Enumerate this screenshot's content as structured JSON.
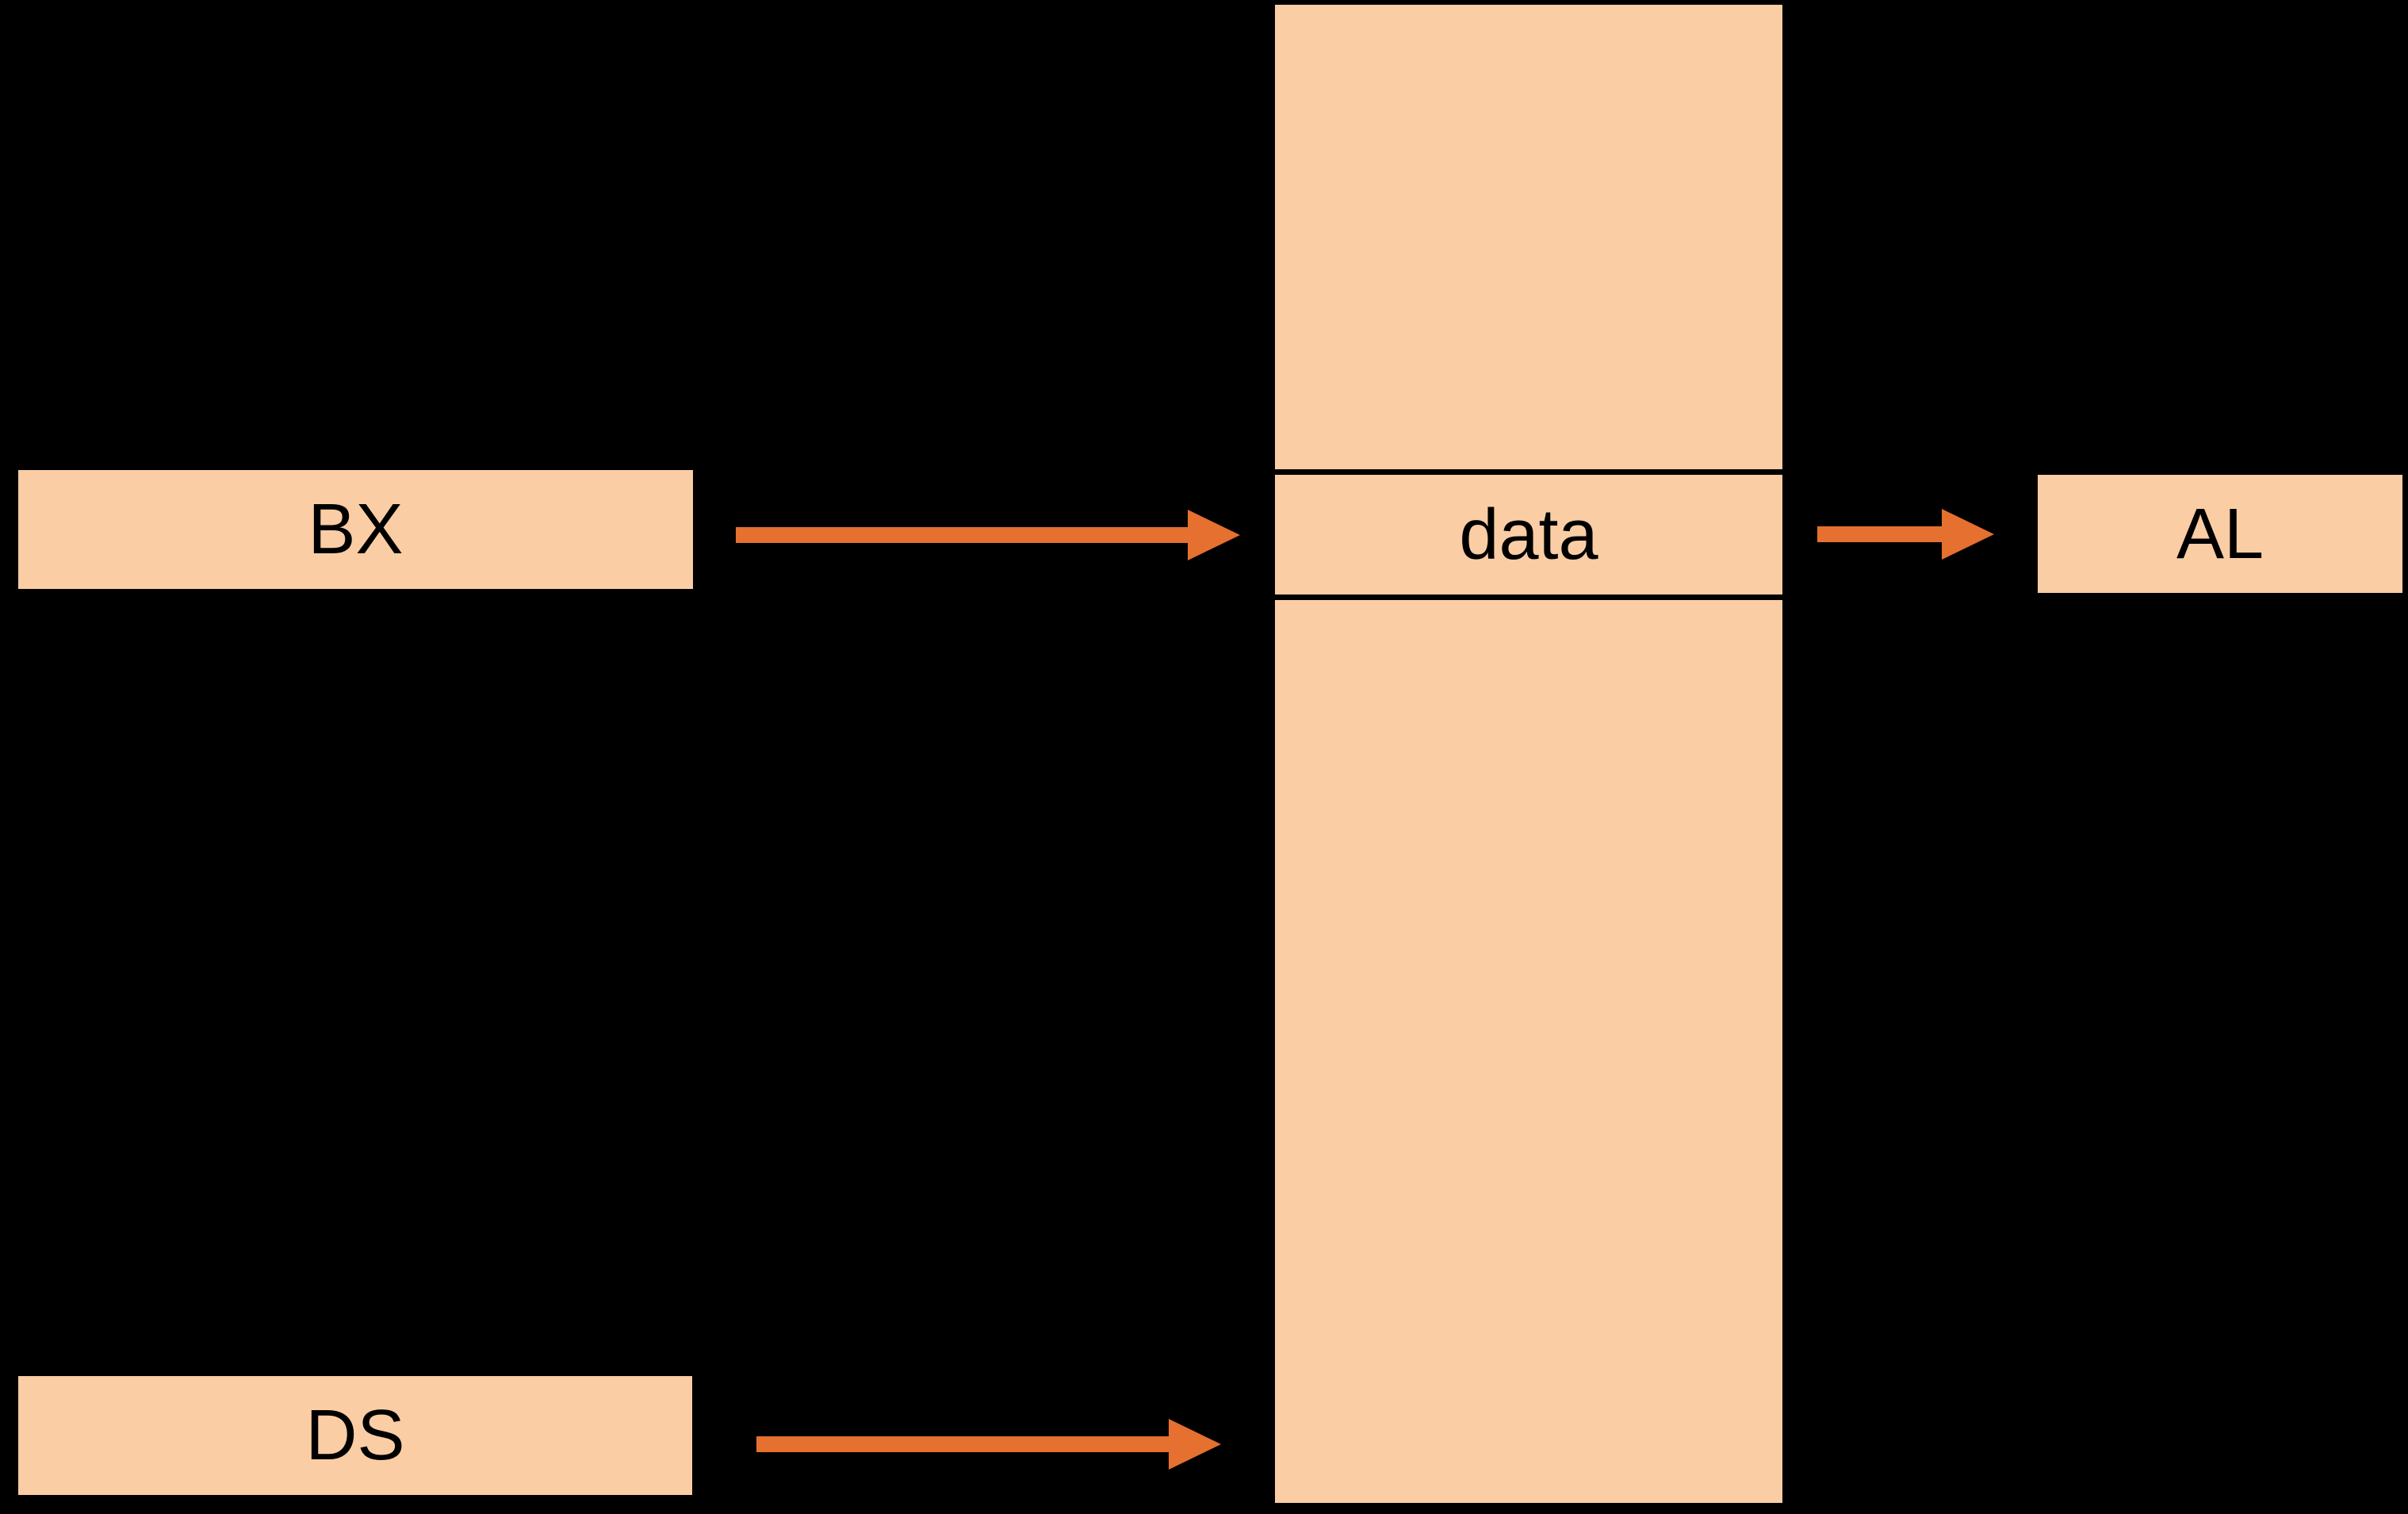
{
  "colors": {
    "background": "#000000",
    "box_fill": "#FACDA4",
    "arrow": "#E5702F",
    "line": "#000000",
    "text": "#000000"
  },
  "boxes": {
    "bx": {
      "label": "BX"
    },
    "ds": {
      "label": "DS"
    },
    "al": {
      "label": "AL"
    }
  },
  "memory": {
    "data_cell": {
      "label": "data"
    }
  }
}
